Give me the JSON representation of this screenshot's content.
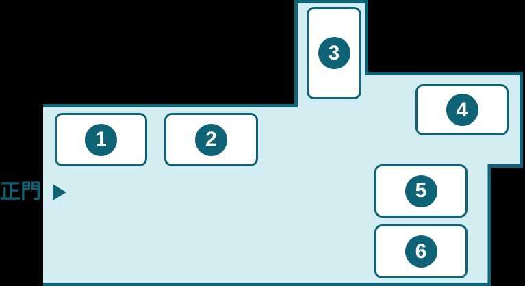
{
  "map": {
    "gate_label": "正門",
    "buildings": [
      {
        "number": "1"
      },
      {
        "number": "2"
      },
      {
        "number": "3"
      },
      {
        "number": "4"
      },
      {
        "number": "5"
      },
      {
        "number": "6"
      }
    ],
    "colors": {
      "background": "#000000",
      "accent": "#0e6377",
      "region_fill": "#d4edf3",
      "building_fill": "#ffffff"
    }
  }
}
